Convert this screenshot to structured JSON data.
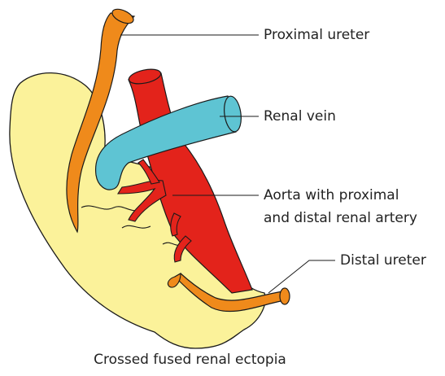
{
  "labels": {
    "proximal_ureter": "Proximal ureter",
    "renal_vein": "Renal vein",
    "aorta_line1": "Aorta with proximal",
    "aorta_line2": "and distal renal artery",
    "distal_ureter": "Distal ureter"
  },
  "caption": "Crossed fused renal ectopia",
  "colors": {
    "kidney": "#fbf29a",
    "ureter": "#ef8a1b",
    "vein": "#5ec4d3",
    "artery": "#e3231b",
    "outline": "#1a1a1a"
  }
}
